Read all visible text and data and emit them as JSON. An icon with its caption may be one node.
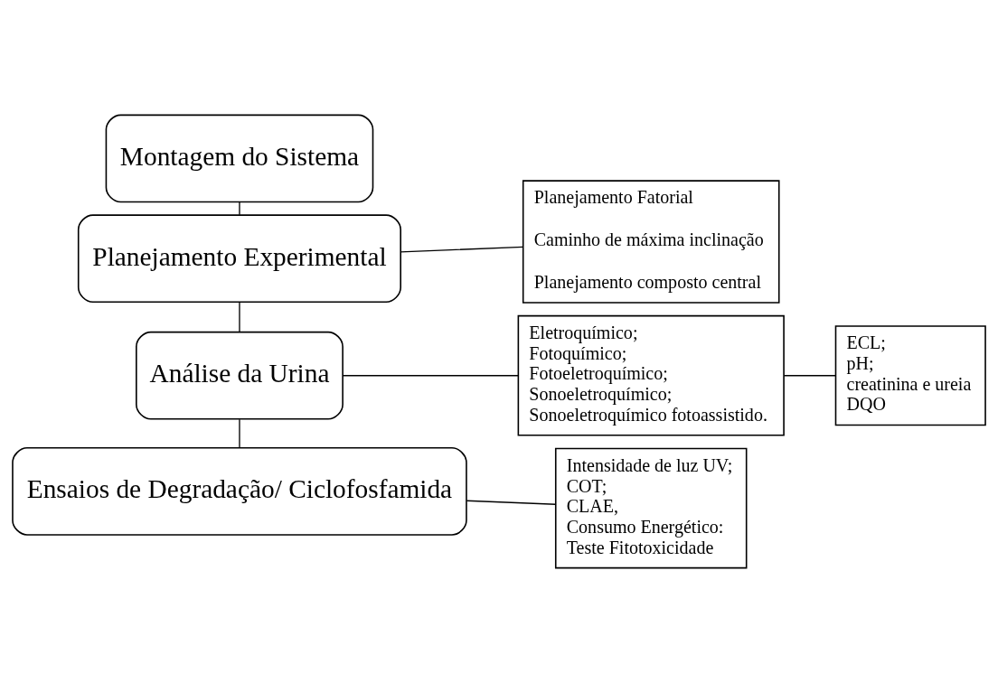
{
  "diagram": {
    "nodes": [
      {
        "text": [
          "Montagem do Sistema"
        ]
      },
      {
        "text": [
          "Planejamento Experimental"
        ]
      },
      {
        "text": [
          "Análise da Urina"
        ]
      },
      {
        "text": [
          "Ensaios de Degradação/ Ciclofosfamida"
        ]
      },
      {
        "text": [
          "Planejamento Fatorial",
          "Caminho de máxima inclinação",
          "Planejamento composto central"
        ]
      },
      {
        "text": [
          "Eletroquímico;",
          "Fotoquímico;",
          "Fotoeletroquímico;",
          "Sonoeletroquímico;",
          "Sonoeletroquímico fotoassistido."
        ]
      },
      {
        "text": [
          "ECL;",
          "pH;",
          "creatinina e ureia",
          "DQO"
        ]
      },
      {
        "text": [
          "Intensidade de luz UV;",
          "COT;",
          "CLAE,",
          "Consumo Energético:",
          "Teste Fitotoxicidade"
        ]
      }
    ],
    "edges": [
      {
        "from": 0,
        "to": 1,
        "arrow": "none"
      },
      {
        "from": 1,
        "to": 2,
        "arrow": "none"
      },
      {
        "from": 2,
        "to": 3,
        "arrow": "none"
      },
      {
        "from": 1,
        "to": 4,
        "arrow": "none"
      },
      {
        "from": 2,
        "to": 5,
        "arrow": "none"
      },
      {
        "from": 5,
        "to": 6,
        "arrow": "none"
      },
      {
        "from": 3,
        "to": 7,
        "arrow": "none"
      }
    ]
  }
}
